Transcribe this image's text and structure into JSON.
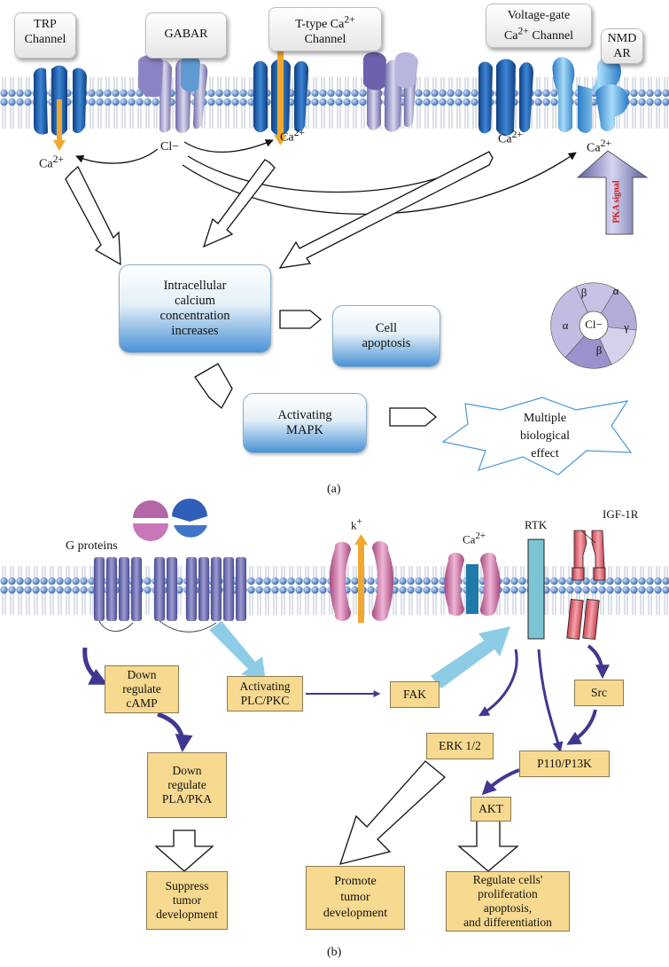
{
  "panel_a": {
    "caption": "(a)",
    "channels": {
      "trp": "TRP\nChannel",
      "gabar": "GABAR",
      "ttype": "T-type Ca2+\nChannel",
      "vgate": "Voltage-gate\nCa2+ Channel",
      "nmdar": "NMD\nAR"
    },
    "ions": {
      "ca_trp": "Ca2+",
      "cl": "Cl−",
      "ca_ttype": "Ca2+",
      "ca_vgate": "Ca2+",
      "ca_nmdar": "Ca2+"
    },
    "pka_signal": "PKA signal",
    "boxes": {
      "intracellular": "Intracellular\ncalcium\nconcentration\nincreases",
      "apoptosis": "Cell\napoptosis",
      "mapk": "Activating\nMAPK",
      "multiple": "Multiple\nbiological\neffect"
    },
    "gabar_ring": {
      "center": "Cl−",
      "subunits": [
        "β",
        "α",
        "γ",
        "β",
        "α"
      ]
    }
  },
  "panel_b": {
    "caption": "(b)",
    "labels": {
      "g_proteins": "G proteins",
      "k_ion": "k+",
      "ca_ion": "Ca2+",
      "rtk": "RTK",
      "igf1r": "IGF-1R"
    },
    "boxes": {
      "down_camp": "Down\nregulate\ncAMP",
      "plc_pkc": "Activating\nPLC/PKC",
      "fak": "FAK",
      "src": "Src",
      "erk": "ERK 1/2",
      "p110": "P110/P13K",
      "down_pla": "Down\nregulate\nPLA/PKA",
      "akt": "AKT",
      "suppress": "Suppress\ntumor\ndevelopment",
      "promote": "Promote\ntumor\ndevelopment",
      "regulate": "Regulate cells'\nproliferation\napoptosis,\nand differentiation"
    }
  },
  "colors": {
    "channel_blue": "#1f5fa8",
    "nmdar_blue": "#4aa8e6",
    "calcium_orange": "#f0a830",
    "membrane_blue": "#3e6cb8",
    "gpcr_purple": "#6f6fb0",
    "ion_channel_pink": "#c870a0",
    "rtk_teal": "#7cc4d4",
    "igf_red": "#e06070",
    "box_yellow": "#f7d98f",
    "arrow_purple": "#403890",
    "arrow_light_blue": "#8ecce6"
  }
}
